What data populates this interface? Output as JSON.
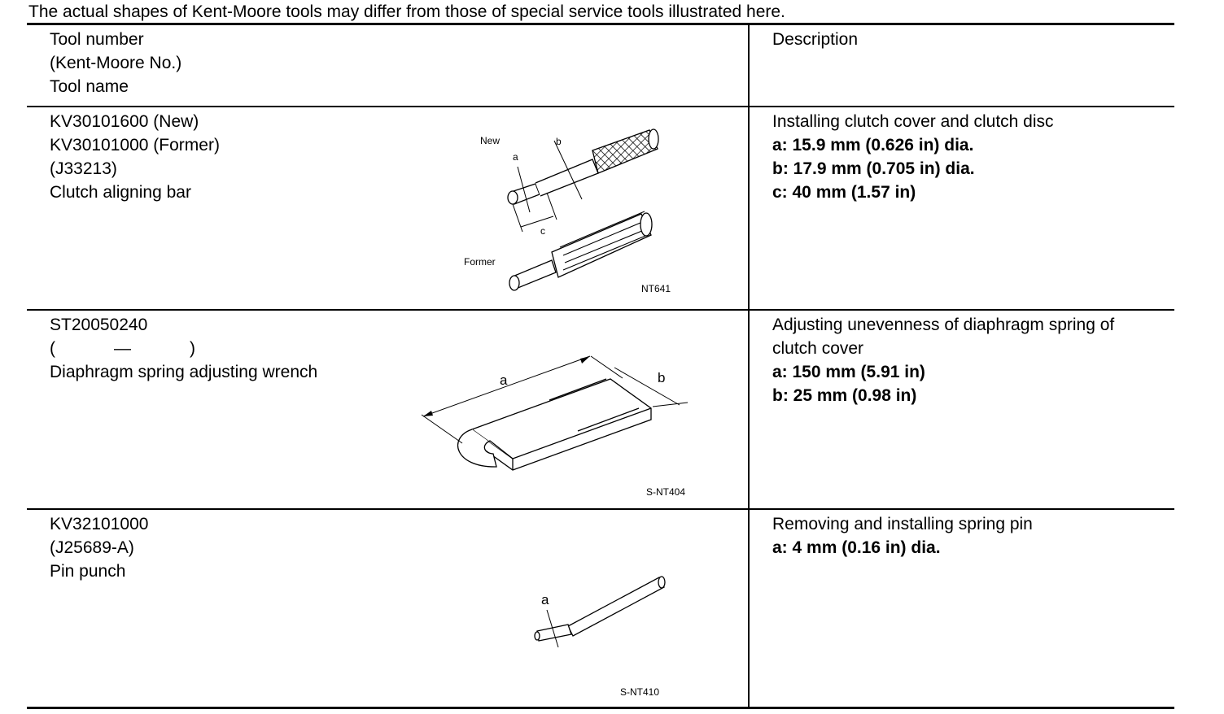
{
  "note": "The actual shapes of Kent-Moore tools may differ from those of special service tools illustrated here.",
  "header": {
    "tool_lines": [
      "Tool number",
      "(Kent-Moore No.)",
      "Tool name"
    ],
    "description": "Description"
  },
  "rows": [
    {
      "tool_lines": [
        "KV30101600 (New)",
        "KV30101000 (Former)",
        "(J33213)",
        "Clutch aligning bar"
      ],
      "description": "Installing clutch cover and clutch disc",
      "specs": [
        "a: 15.9 mm (0.626 in) dia.",
        "b: 17.9 mm (0.705 in) dia.",
        "c: 40 mm (1.57 in)"
      ],
      "figure": {
        "code": "NT641",
        "labels": {
          "new": "New",
          "former": "Former",
          "a": "a",
          "b": "b",
          "c": "c"
        }
      }
    },
    {
      "tool_lines": [
        "ST20050240",
        "(",
        "—",
        ")",
        "Diaphragm spring adjusting wrench"
      ],
      "description": "Adjusting unevenness of diaphragm spring of clutch cover",
      "specs": [
        "a: 150 mm (5.91 in)",
        "b: 25 mm (0.98 in)"
      ],
      "figure": {
        "code": "S-NT404",
        "labels": {
          "a": "a",
          "b": "b"
        }
      }
    },
    {
      "tool_lines": [
        "KV32101000",
        "(J25689-A)",
        "Pin punch"
      ],
      "description": "Removing and installing spring pin",
      "specs": [
        "a: 4 mm (0.16 in) dia."
      ],
      "figure": {
        "code": "S-NT410",
        "labels": {
          "a": "a"
        }
      }
    }
  ]
}
